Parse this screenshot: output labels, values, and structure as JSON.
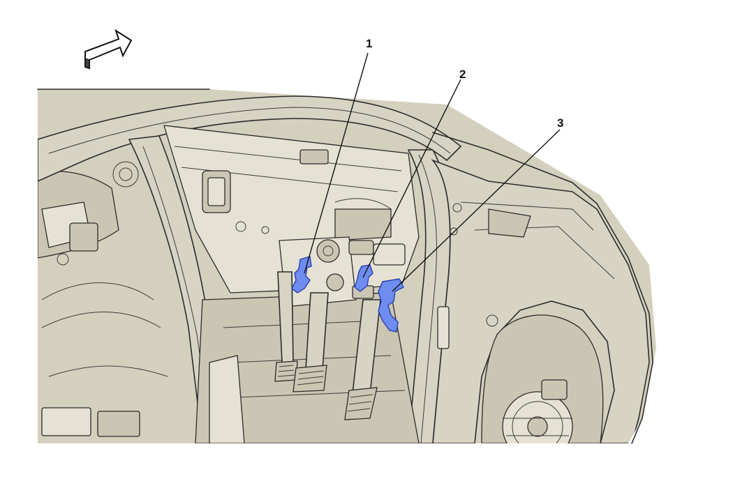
{
  "diagram": {
    "callouts": [
      {
        "id": "1",
        "label": "1"
      },
      {
        "id": "2",
        "label": "2"
      },
      {
        "id": "3",
        "label": "3"
      }
    ],
    "colors": {
      "body_fill": "#d8d4c3",
      "highlight": "#6f8cf0",
      "line": "#2b2b2b"
    },
    "icons": {
      "direction": "forward-direction-arrow-icon"
    }
  }
}
